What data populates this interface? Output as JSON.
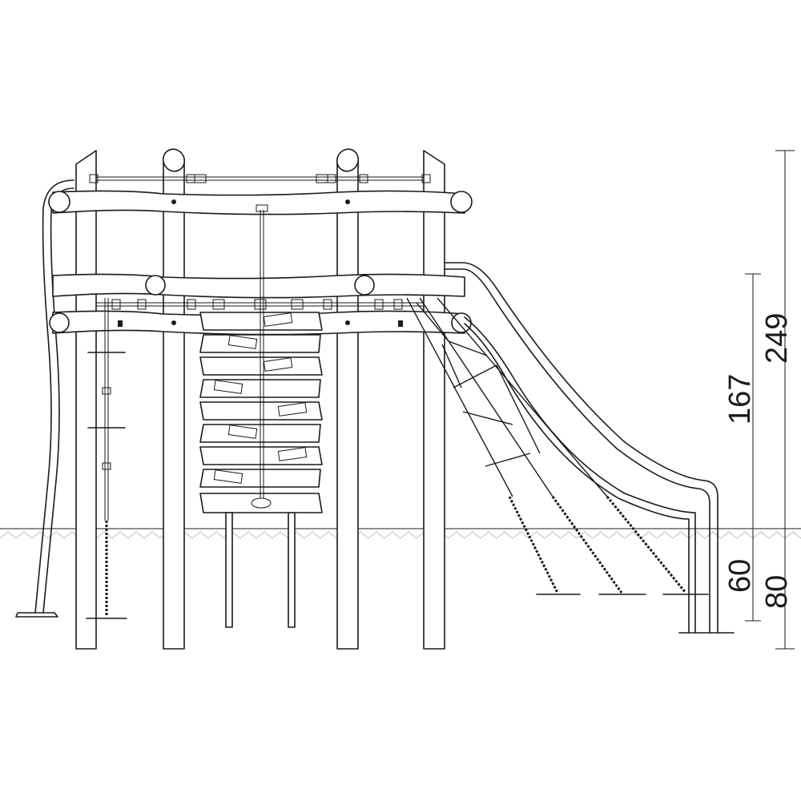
{
  "dimensions": {
    "overall_height": "249",
    "platform_height": "167",
    "ground_depth": "60",
    "foundation_depth": "80"
  },
  "colors": {
    "line": "#1a1a1a",
    "hatch": "#bdbdbd",
    "background": "#ffffff"
  }
}
